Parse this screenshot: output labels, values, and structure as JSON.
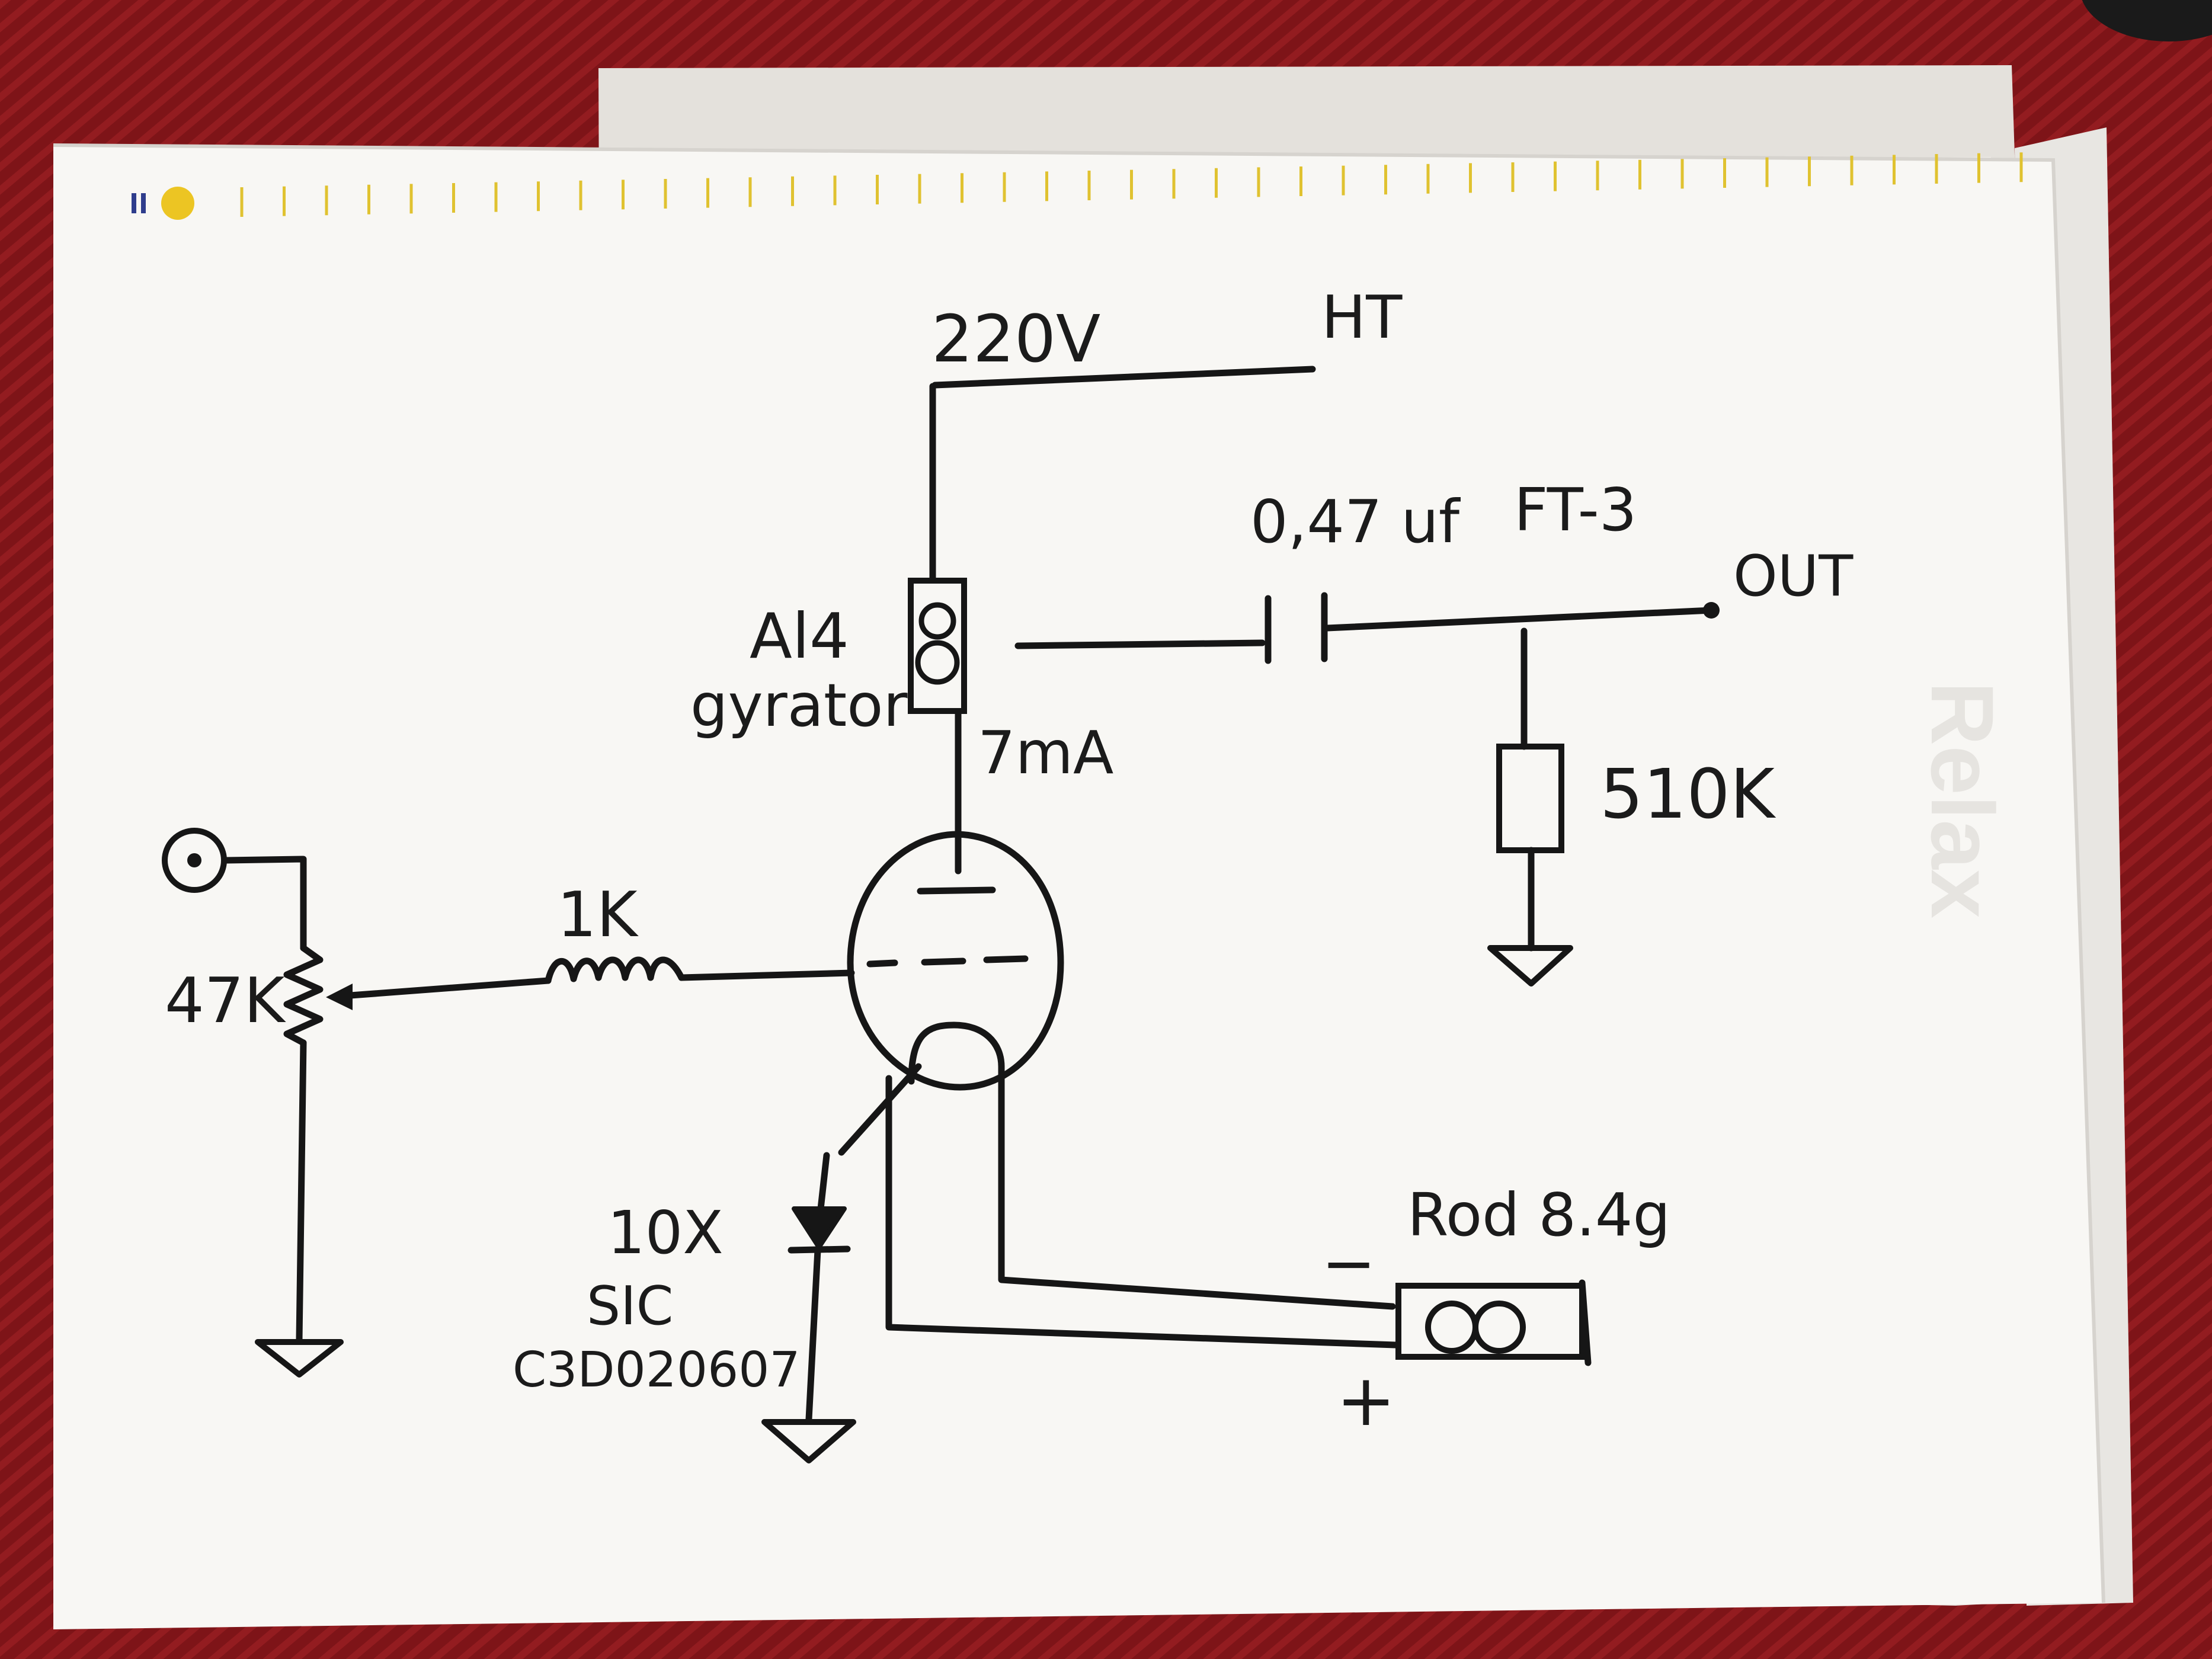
{
  "title": "",
  "supply": {
    "voltage": "220V",
    "ht_label": "HT"
  },
  "coupling_capacitor": {
    "value": "0,47 uf",
    "type": "FT-3"
  },
  "output": {
    "label": "OUT"
  },
  "load_resistor": {
    "value": "510K"
  },
  "plate_load": {
    "name": "Al4",
    "type": "gyrator",
    "current": "7mA"
  },
  "grid_resistor": {
    "value": "1K"
  },
  "potentiometer": {
    "value": "47K"
  },
  "bias_diodes": {
    "count": "10X",
    "type": "SIC",
    "part": "C3D020607"
  },
  "bias_cell": {
    "name": "Rod 8.4g",
    "minus": "−",
    "plus": "+"
  },
  "colors": {
    "ink": "#161616",
    "paper": "#f8f7f4",
    "background": "#7e1418",
    "margin_marks": "#e0c230",
    "corner_dot": "#ecc523"
  },
  "icons": [
    "input-jack-icon",
    "potentiometer-icon",
    "resistor-icon",
    "triode-tube-icon",
    "capacitor-icon",
    "diode-icon",
    "ground-icon",
    "gyrator-box-icon",
    "bias-cell-icon"
  ]
}
